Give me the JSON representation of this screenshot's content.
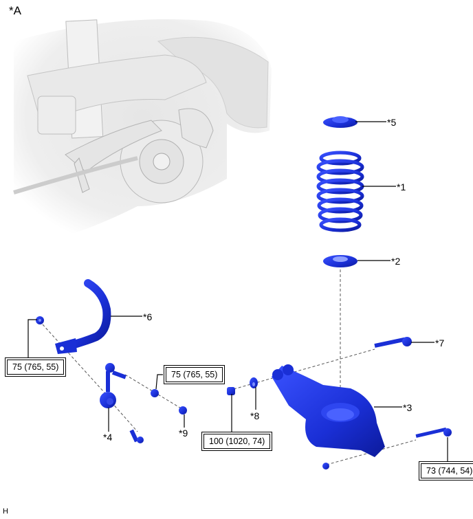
{
  "view_label": "*A",
  "footer_code": "H",
  "callouts": {
    "c1": "*1",
    "c2": "*2",
    "c3": "*3",
    "c4": "*4",
    "c5": "*5",
    "c6": "*6",
    "c7": "*7",
    "c8": "*8",
    "c9": "*9"
  },
  "torques": {
    "t_stab_nut": "75 (765, 55)",
    "t_link_nut": "75 (765, 55)",
    "t_arm_nut": "100 (1020, 74)",
    "t_arm_bolt": "73 (744, 54)"
  },
  "colors": {
    "part_blue": "#1a2fd6",
    "part_dark": "#0c1a9a",
    "ghost_gray": "#d9d9d9"
  }
}
